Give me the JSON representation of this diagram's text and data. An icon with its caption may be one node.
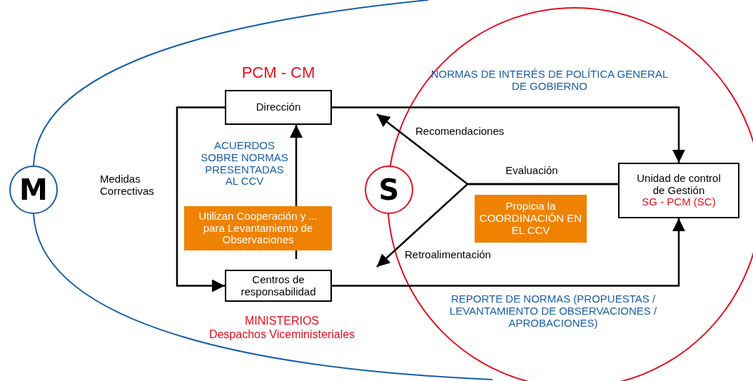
{
  "diagram": {
    "nodes": [
      {
        "text": [
          "M"
        ]
      },
      {
        "text": [
          "S"
        ]
      },
      {
        "text": [
          "Dirección"
        ],
        "beside": [
          "PCM - CM"
        ]
      },
      {
        "text": [
          "Centros de responsabilidad"
        ],
        "beside": [
          "MINISTERIOS",
          "Despachos Viceministeriales"
        ]
      },
      {
        "text": [
          "Unidad de control de Gestión",
          "SG - PCM (SC)"
        ]
      },
      {
        "text": [
          "Utilizan Cooperación y ... para Levantamiento de Observaciones"
        ]
      },
      {
        "text": [
          "Propicia la COORDINACIÓN EN EL CCV"
        ]
      }
    ],
    "edges": [
      {
        "from": 2,
        "to": 4,
        "arrow": "to",
        "label": "NORMAS DE INTERÉS DE POLÍTICA GENERAL DE GOBIERNO"
      },
      {
        "from": 3,
        "to": 4,
        "arrow": "to",
        "label": "REPORTE DE NORMAS (PROPUESTAS / LEVANTAMIENTO DE OBSERVACIONES / APROBACIONES)"
      },
      {
        "from": 2,
        "to": 3,
        "arrow": "to",
        "label": "Medidas Correctivas"
      },
      {
        "from": 5,
        "to": 2,
        "arrow": "to",
        "label": "ACUERDOS SOBRE NORMAS PRESENTADAS AL CCV"
      },
      {
        "from": 4,
        "to": null,
        "arrow": "to",
        "label": "Recomendaciones"
      },
      {
        "from": 4,
        "to": null,
        "arrow": "to",
        "label": "Retroalimentación"
      }
    ],
    "labels": [
      "Evaluación"
    ]
  }
}
